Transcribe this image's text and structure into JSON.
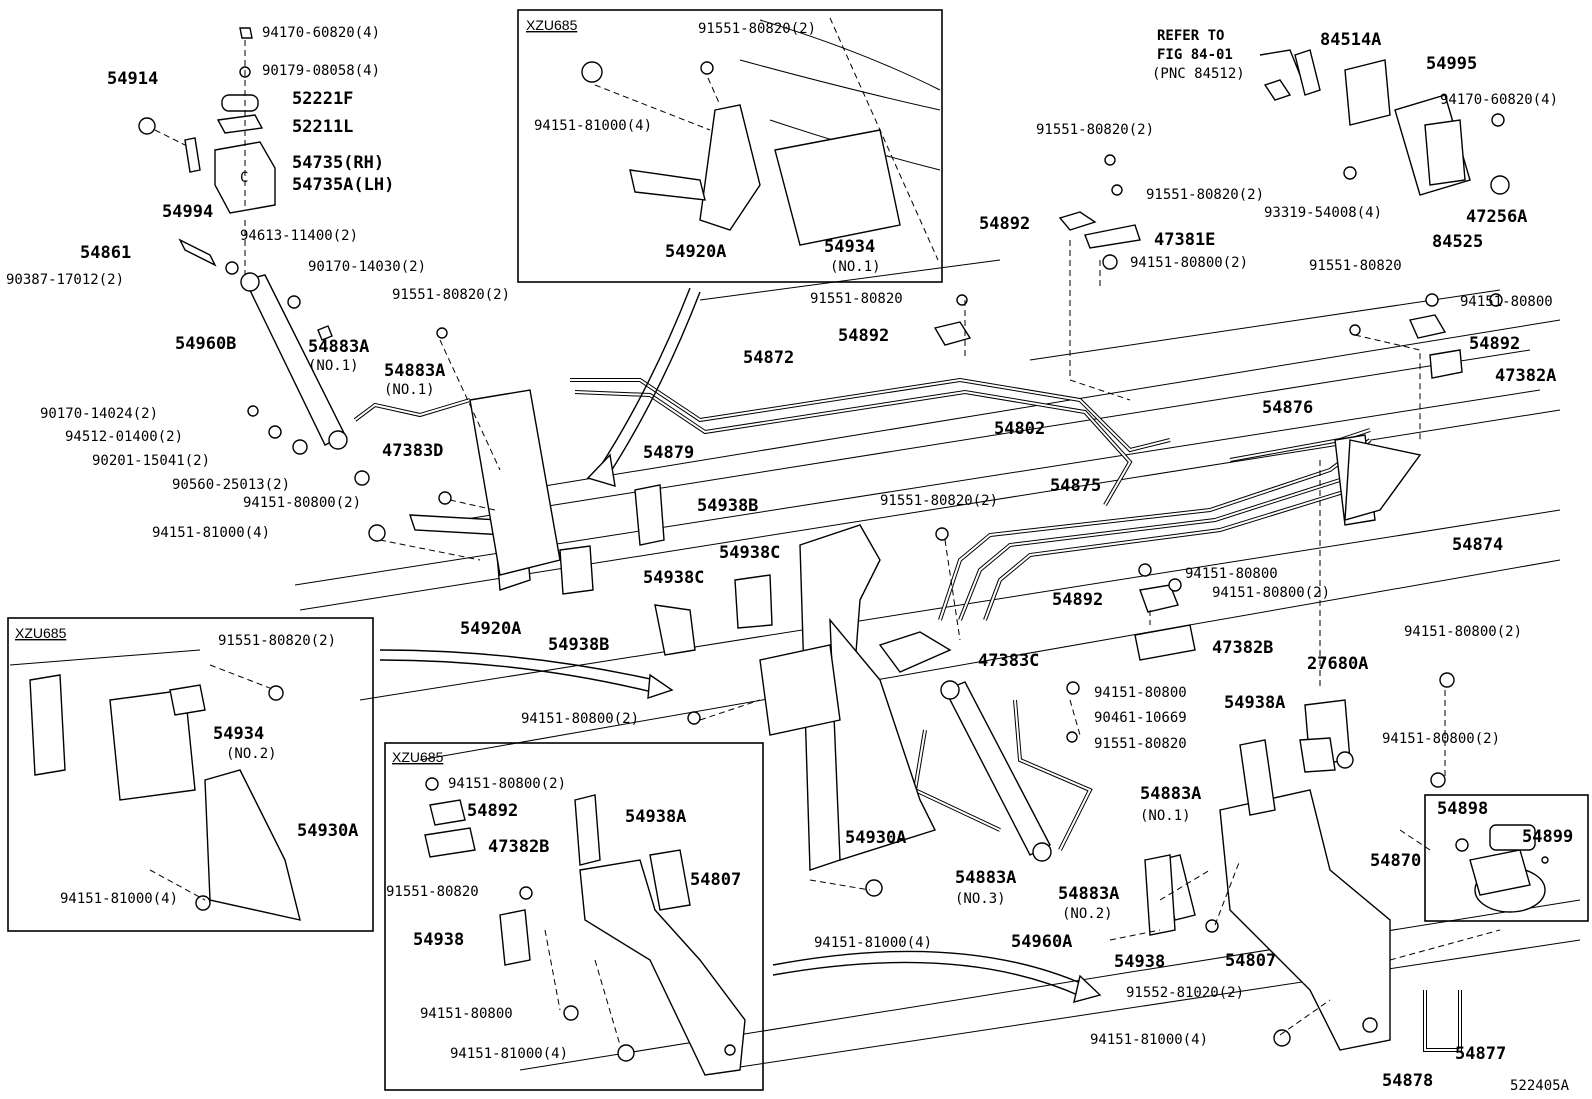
{
  "figure_code": "522405A",
  "reference_note": {
    "line1": "REFER TO",
    "line2": "FIG 84-01",
    "line3": "(PNC 84512)"
  },
  "inset_boxes": [
    {
      "title": "XZU685"
    },
    {
      "title": "XZU685"
    },
    {
      "title": "XZU685"
    }
  ],
  "labels": [
    "94170-60820(4)",
    "90179-08058(4)",
    "52221F",
    "52211L",
    "54735(RH)",
    "54735A(LH)",
    "54914",
    "54994",
    "94613-11400(2)",
    "54861",
    "90387-17012(2)",
    "90170-14030(2)",
    "54960B",
    "54883A",
    "(NO.1)",
    "54883A",
    "(NO.1)",
    "91551-80820(2)",
    "90170-14024(2)",
    "94512-01400(2)",
    "90201-15041(2)",
    "90560-25013(2)",
    "47383D",
    "94151-80800(2)",
    "94151-81000(4)",
    "54920A",
    "54938B",
    "54938B",
    "54872",
    "54879",
    "91551-80820(2)",
    "94151-81000(4)",
    "54920A",
    "54934",
    "(NO.1)",
    "91551-80820(2)",
    "91551-80820(2)",
    "54892",
    "47381E",
    "94151-80800(2)",
    "91551-80820",
    "54892",
    "54802",
    "84514A",
    "54995",
    "94170-60820(4)",
    "93319-54008(4)",
    "47256A",
    "84525",
    "91551-80820",
    "94151-80800",
    "54892",
    "47382A",
    "54876",
    "54875",
    "91551-80820(2)",
    "54938C",
    "54938C",
    "94151-80800",
    "94151-80800(2)",
    "54892",
    "47382B",
    "54874",
    "47383C",
    "94151-80800",
    "90461-10669",
    "91551-80820",
    "94151-80800(2)",
    "94151-80800(2)",
    "27680A",
    "54938A",
    "94151-80800(2)",
    "54898",
    "54899",
    "54870",
    "54883A",
    "(NO.1)",
    "54930A",
    "54883A",
    "(NO.3)",
    "54883A",
    "(NO.2)",
    "54960A",
    "94151-81000(4)",
    "54938",
    "91552-81020(2)",
    "54807",
    "94151-81000(4)",
    "54877",
    "54878",
    "91551-80820(2)",
    "54934",
    "(NO.2)",
    "54930A",
    "94151-81000(4)",
    "94151-80800(2)",
    "54892",
    "47382B",
    "54938A",
    "54807",
    "91551-80820",
    "54938",
    "94151-80800",
    "94151-81000(4)"
  ]
}
